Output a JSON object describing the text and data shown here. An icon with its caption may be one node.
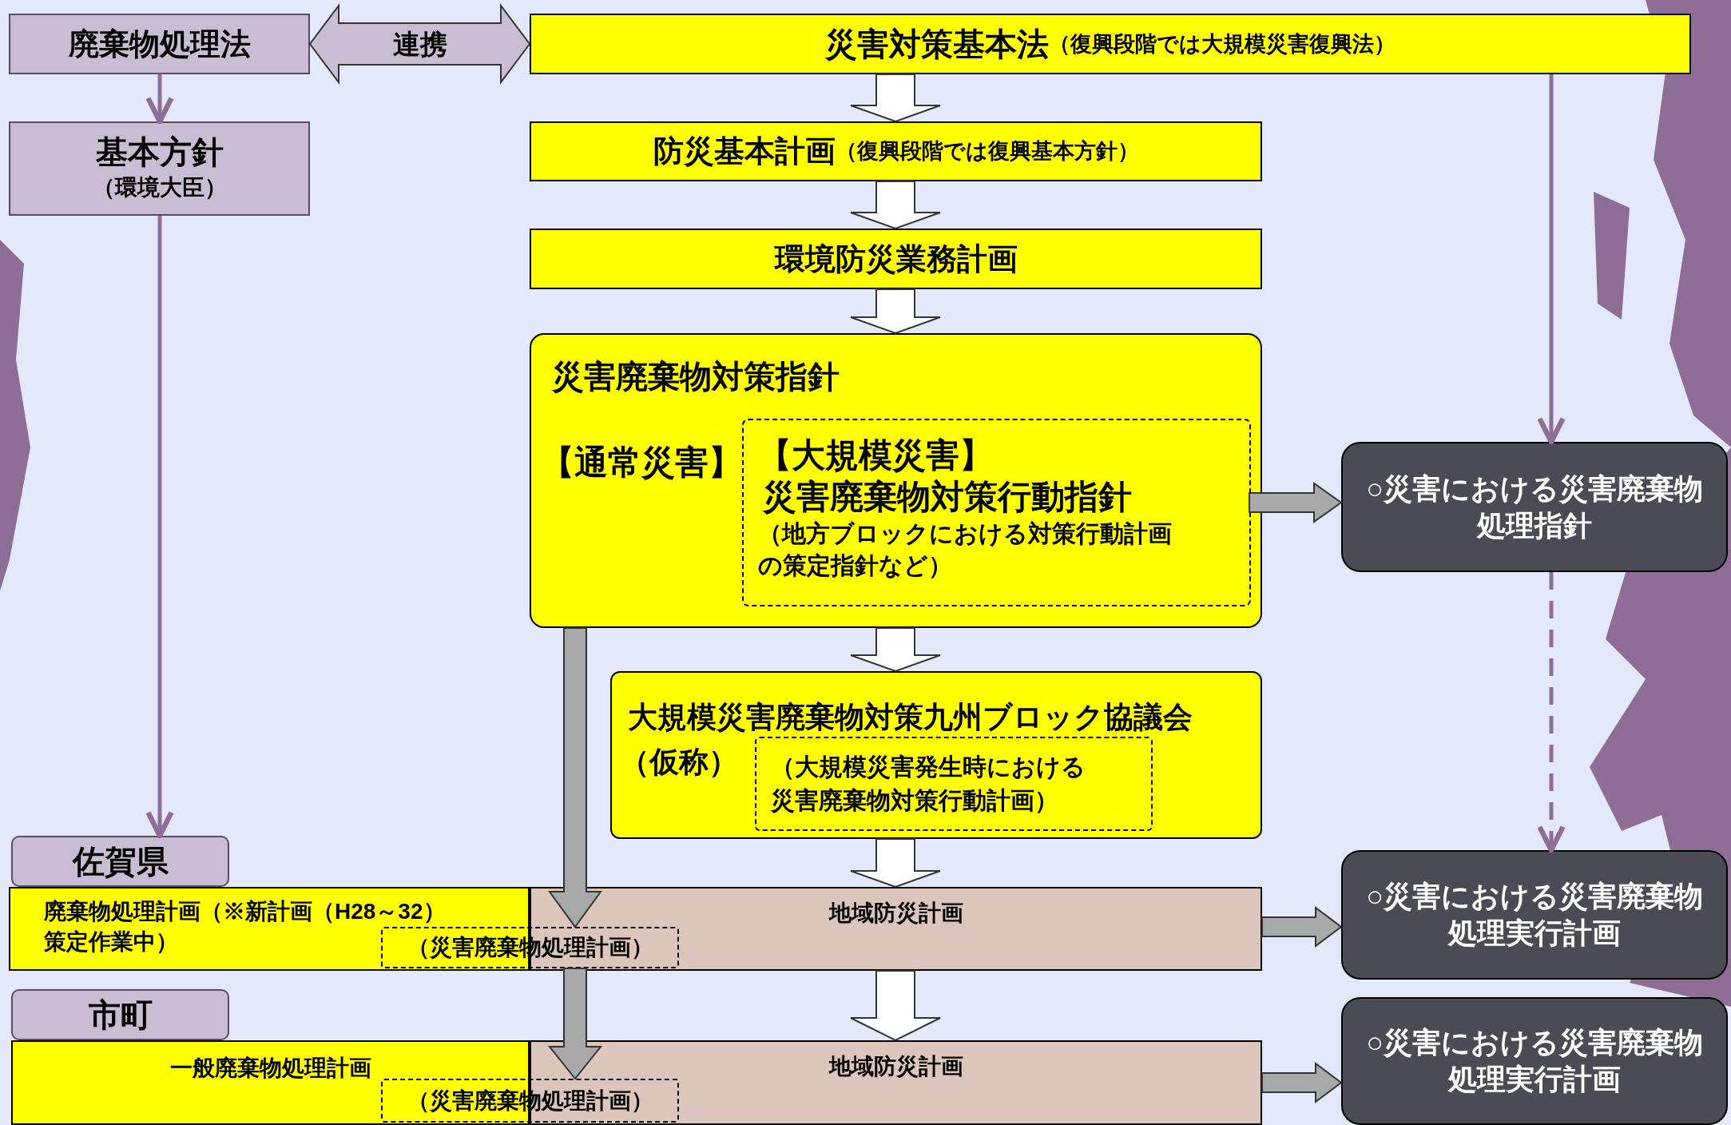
{
  "diagram": {
    "nodes": [
      {
        "text": [
          "廃棄物処理法"
        ]
      },
      {
        "text": [
          "基本方針",
          "（環境大臣）"
        ]
      },
      {
        "text": [
          "災害対策基本法",
          "（復興段階では大規模災害復興法）"
        ]
      },
      {
        "text": [
          "防災基本計画",
          "（復興段階では復興基本方針）"
        ]
      },
      {
        "text": [
          "環境防災業務計画"
        ]
      },
      {
        "text": [
          "災害廃棄物対策指針",
          "【通常災害】"
        ]
      },
      {
        "text": [
          "【大規模災害】",
          "災害廃棄物対策行動指針",
          "（地方ブロックにおける対策行動計画の策定指針など）"
        ],
        "in": 5
      },
      {
        "text": [
          "大規模災害廃棄物対策九州ブロック協議会",
          "（仮称）"
        ]
      },
      {
        "text": [
          "（大規模災害発生時における災害廃棄物対策行動計画）"
        ],
        "in": 7
      },
      {
        "text": [
          "佐賀県"
        ]
      },
      {
        "text": [
          "廃棄物処理計画（※新計画（H28～32）策定作業中）"
        ]
      },
      {
        "text": [
          "地域防災計画"
        ]
      },
      {
        "text": [
          "（災害廃棄物処理計画）"
        ]
      },
      {
        "text": [
          "市町"
        ]
      },
      {
        "text": [
          "一般廃棄物処理計画"
        ]
      },
      {
        "text": [
          "地域防災計画"
        ]
      },
      {
        "text": [
          "（災害廃棄物処理計画）"
        ]
      },
      {
        "text": [
          "○災害における災害廃棄物処理指針"
        ]
      },
      {
        "text": [
          "○災害における災害廃棄物処理実行計画"
        ]
      },
      {
        "text": [
          "○災害における災害廃棄物処理実行計画"
        ]
      }
    ],
    "edges": [
      {
        "from": 0,
        "to": 1,
        "arrow": "to",
        "color": "#8e6e97"
      },
      {
        "from": 0,
        "to": 2,
        "arrow": "both",
        "label": "連携",
        "style": "thick",
        "color": "#c9bdd3"
      },
      {
        "from": 1,
        "to": 9,
        "arrow": "to",
        "color": "#8e6e97"
      },
      {
        "from": 2,
        "to": 3,
        "arrow": "to",
        "style": "thick"
      },
      {
        "from": 3,
        "to": 4,
        "arrow": "to",
        "style": "thick"
      },
      {
        "from": 4,
        "to": 5,
        "arrow": "to",
        "style": "thick"
      },
      {
        "from": 5,
        "to": 7,
        "arrow": "to",
        "style": "thick"
      },
      {
        "from": 7,
        "to": 11,
        "arrow": "to",
        "style": "thick"
      },
      {
        "from": 11,
        "to": 15,
        "arrow": "to",
        "style": "thick"
      },
      {
        "from": 2,
        "to": 17,
        "arrow": "to",
        "color": "#8e6e97"
      },
      {
        "from": 6,
        "to": 17,
        "arrow": "to",
        "style": "thick",
        "color": "#a8a8a8"
      },
      {
        "from": 17,
        "to": 18,
        "arrow": "to",
        "style": "dashed",
        "color": "#8e6e97"
      },
      {
        "from": 5,
        "to": 12,
        "arrow": "to",
        "style": "thick",
        "color": "#a8a8a8"
      },
      {
        "from": 12,
        "to": 16,
        "arrow": "to",
        "style": "thick",
        "color": "#a8a8a8"
      },
      {
        "from": 11,
        "to": 18,
        "arrow": "to",
        "style": "thick",
        "color": "#a8a8a8"
      },
      {
        "from": 15,
        "to": 19,
        "arrow": "to",
        "style": "thick",
        "color": "#a8a8a8"
      }
    ]
  }
}
